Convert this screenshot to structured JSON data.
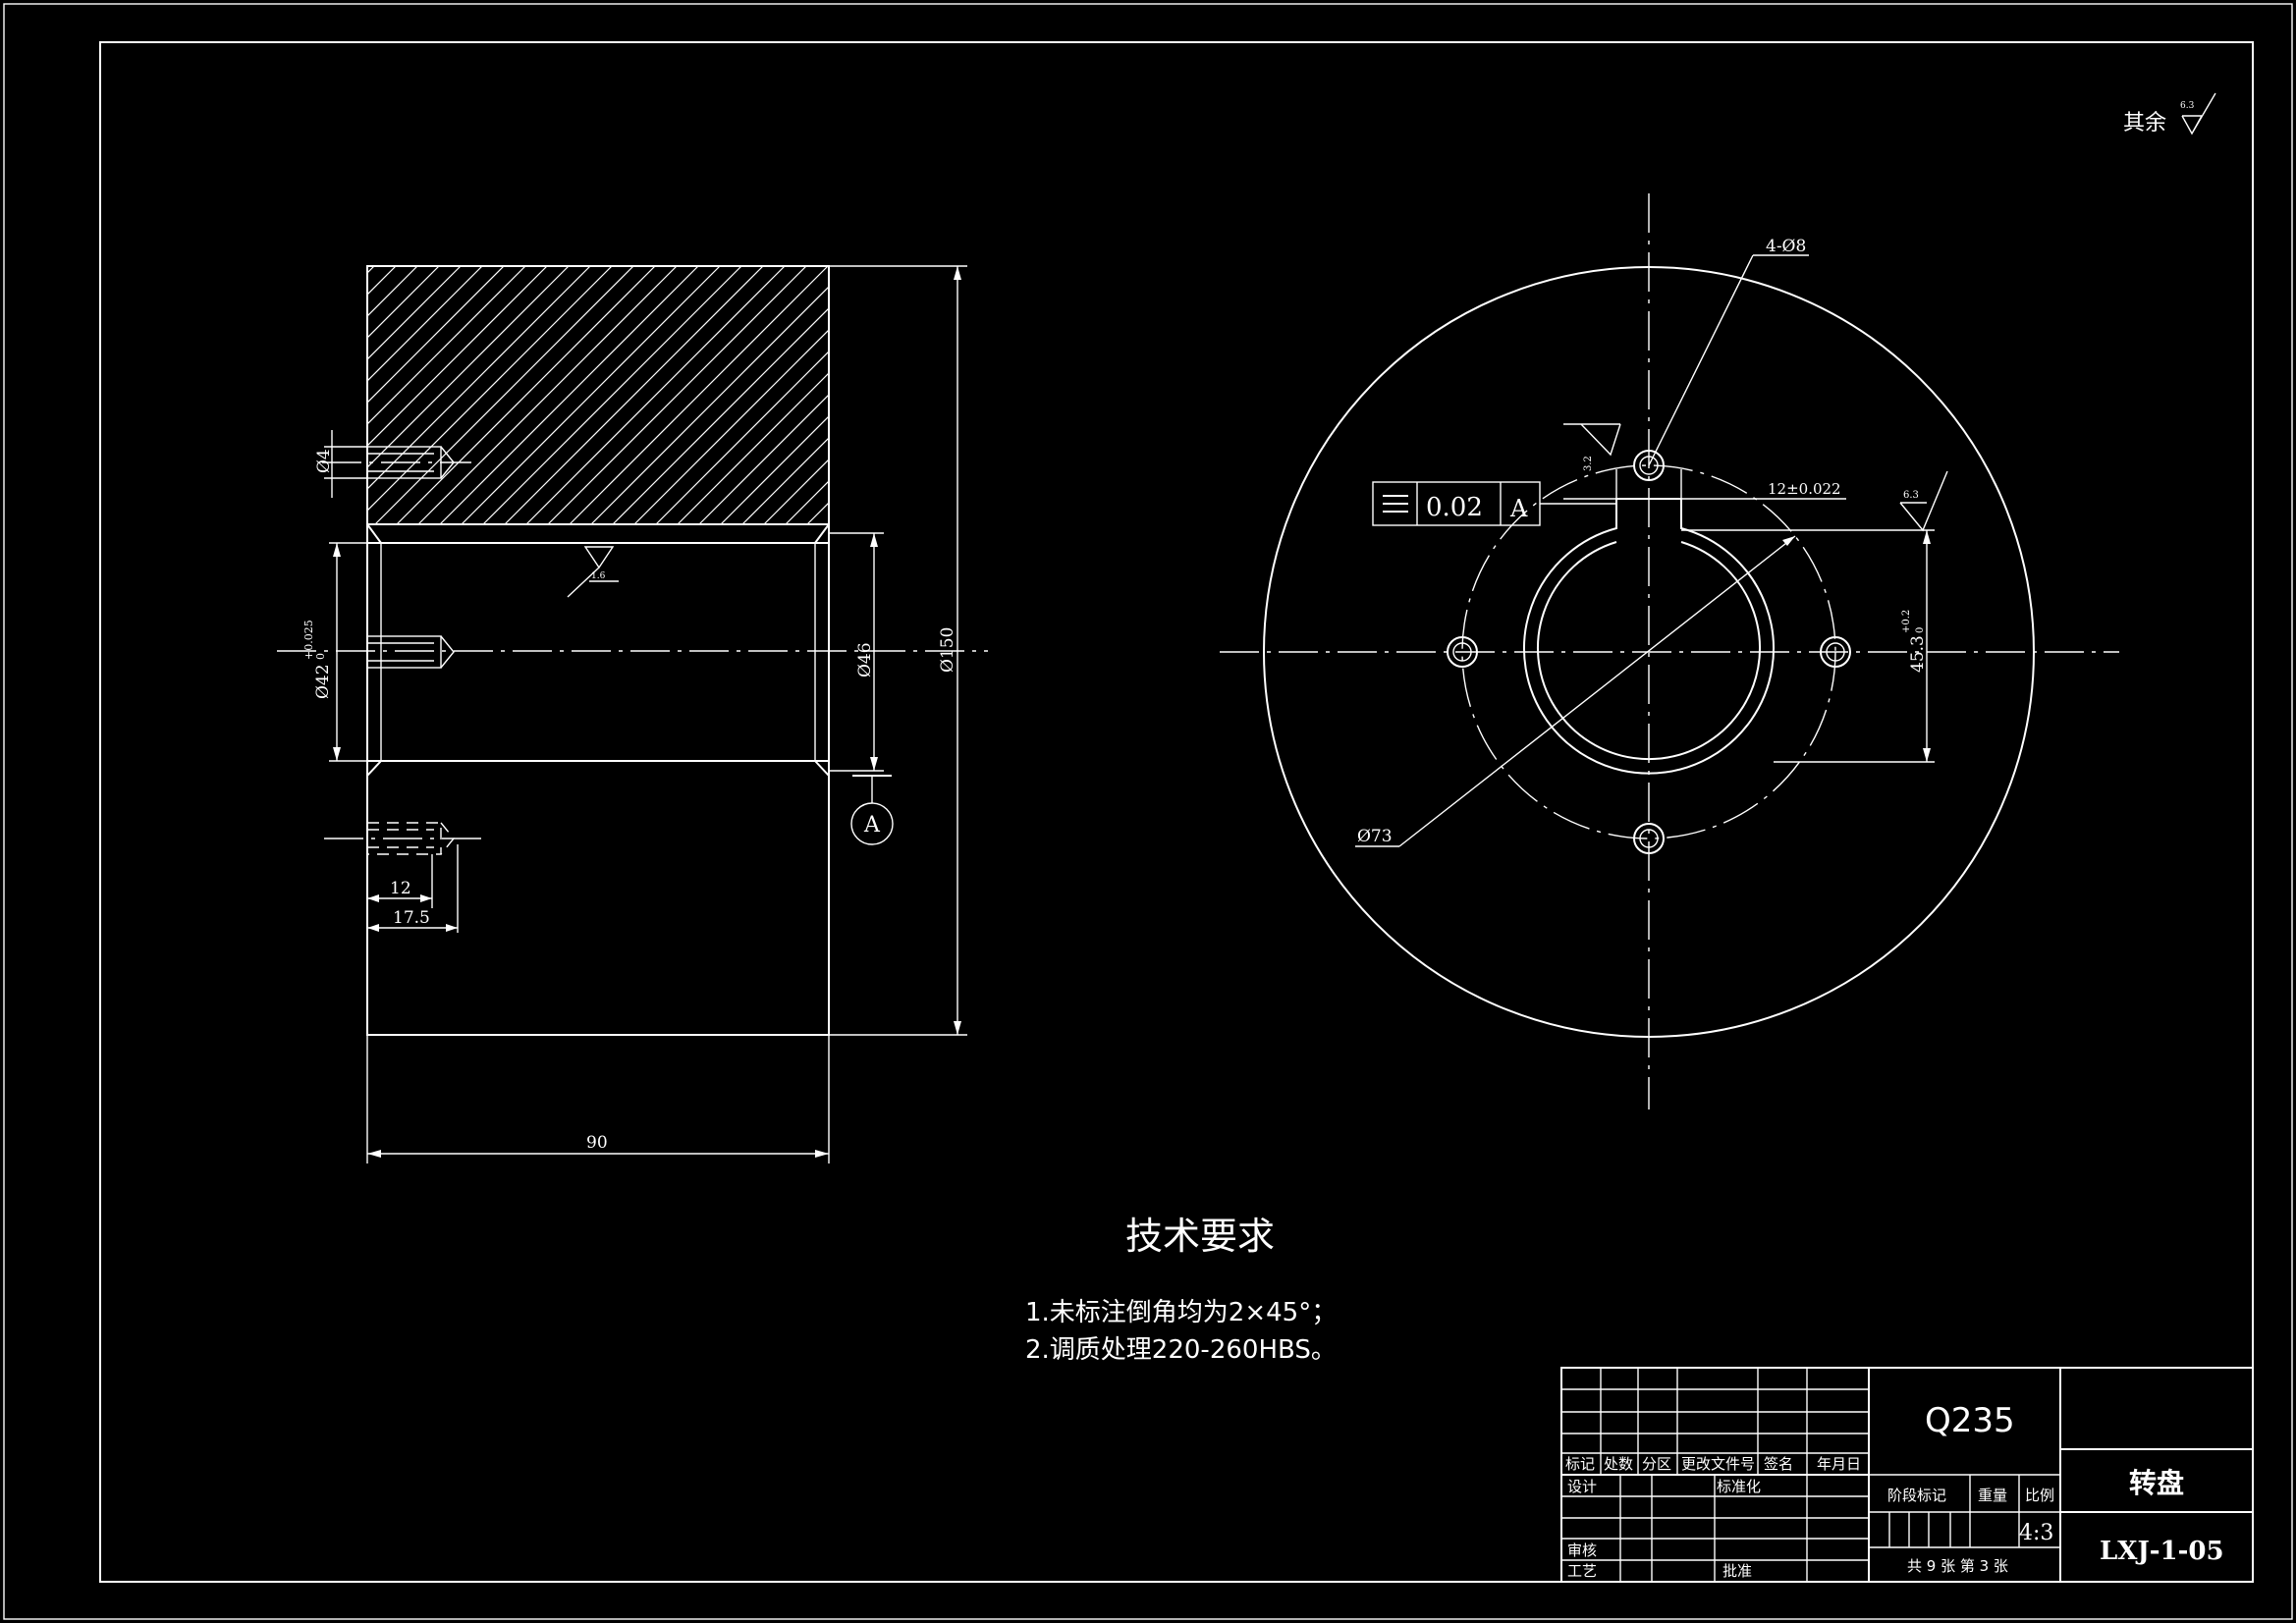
{
  "surface_finish": {
    "label": "其余",
    "value": "6.3"
  },
  "front_view": {
    "dims": {
      "thread": "Ø4",
      "bore": "Ø42",
      "bore_tol_upper": "+0.025",
      "bore_tol_lower": "0",
      "inner": "Ø46",
      "outer": "Ø150",
      "length": "90",
      "hole_depth": "12",
      "hole_total": "17.5",
      "roughness": "1.6"
    },
    "datum": "A"
  },
  "side_view": {
    "holes_label": "4-Ø8",
    "roughness_hole": "3.2",
    "roughness_key": "6.3",
    "key_width": "12±0.022",
    "key_depth": "45.3",
    "key_depth_tol_upper": "+0.2",
    "key_depth_tol_lower": "0",
    "pitch_circle": "Ø73",
    "tolerance_frame": {
      "symbol": "⌯",
      "value": "0.02",
      "datum": "A"
    }
  },
  "tech_req": {
    "title": "技术要求",
    "items": [
      "1.未标注倒角均为2×45°；",
      "2.调质处理220-260HBS。"
    ]
  },
  "title_block": {
    "material": "Q235",
    "part_name": "转盘",
    "drawing_no": "LXJ-1-05",
    "headers": [
      "标记",
      "处数",
      "分区",
      "更改文件号",
      "签名",
      "年月日"
    ],
    "design": "设计",
    "standardize": "标准化",
    "review": "审核",
    "process": "工艺",
    "approve": "批准",
    "stage_mark": "阶段标记",
    "weight": "重量",
    "scale_label": "比例",
    "scale_value": "4:3",
    "sheets": "共 9 张  第 3 张"
  }
}
